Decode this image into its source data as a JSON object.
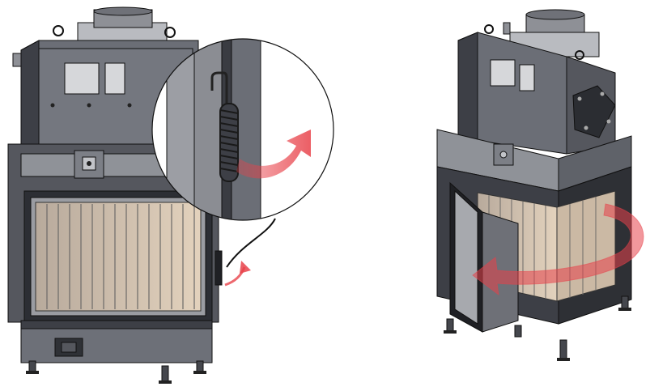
{
  "figure": {
    "left_view": {
      "name": "fireplace-front-view",
      "parts": [
        "flue-collar",
        "lifting-eyes",
        "upper-body",
        "inspection-windows",
        "front-frame",
        "door-handle",
        "glass-door",
        "firebrick-lining",
        "lower-base",
        "air-control-box",
        "adjustable-feet"
      ]
    },
    "detail": {
      "name": "door-spring-detail",
      "arrow": "rotate-up"
    },
    "right_view": {
      "name": "fireplace-open-door-view",
      "parts": [
        "flue-collar",
        "lifting-eyes",
        "upper-body",
        "inspection-windows",
        "side-flange-plate",
        "front-frame",
        "open-door",
        "firebrick-lining",
        "adjustable-feet"
      ],
      "arrow": "door-swing"
    },
    "colors": {
      "metal_dark": "#3d3f46",
      "metal_mid": "#6b6e76",
      "metal_light": "#a9abb0",
      "brick": "#d9c7b2",
      "arrow": "#e8424a",
      "outline": "#111111"
    }
  }
}
